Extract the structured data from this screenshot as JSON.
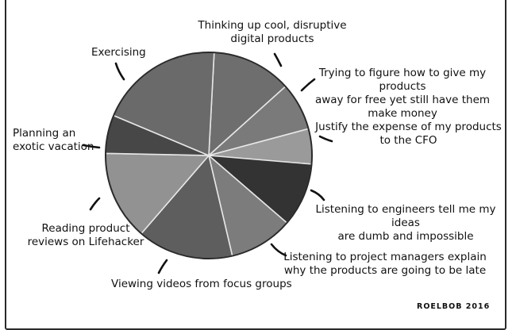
{
  "chart_data": {
    "type": "pie",
    "title": "",
    "slices": [
      {
        "label": "Thinking up cool, disruptive digital products",
        "value": 12.5,
        "color": "#6e6e6e"
      },
      {
        "label": "Trying to figure how to give my products away for free yet still have them make money",
        "value": 7.5,
        "color": "#7a7a7a"
      },
      {
        "label": "Justify the expense of my products to the CFO",
        "value": 5.5,
        "color": "#9a9a9a"
      },
      {
        "label": "Listening to engineers tell me my ideas are dumb and impossible",
        "value": 10,
        "color": "#333333"
      },
      {
        "label": "Listening to project managers explain why the products are going to be late",
        "value": 10,
        "color": "#7c7c7c"
      },
      {
        "label": "Viewing videos from focus groups",
        "value": 15,
        "color": "#5e5e5e"
      },
      {
        "label": "Reading product reviews on Lifehacker",
        "value": 14,
        "color": "#929292"
      },
      {
        "label": "Planning an exotic vacation",
        "value": 6,
        "color": "#474747"
      },
      {
        "label": "Exercising",
        "value": 19.5,
        "color": "#6a6a6a"
      }
    ]
  },
  "labels": {
    "thinking": "Thinking up cool, disruptive\ndigital products",
    "trying": "Trying to figure how to give my products\naway for free yet still have them\nmake money",
    "justify": "Justify the expense of my products\nto the CFO",
    "engineers": "Listening to engineers tell me my ideas\nare dumb and impossible",
    "managers": "Listening to project managers explain\nwhy the products are going to be late",
    "videos": "Viewing videos from focus groups",
    "reviews": "Reading product\nreviews on Lifehacker",
    "vacation": "Planning an\nexotic vacation",
    "exercising": "Exercising"
  },
  "signature": "ROELBOB 2016"
}
